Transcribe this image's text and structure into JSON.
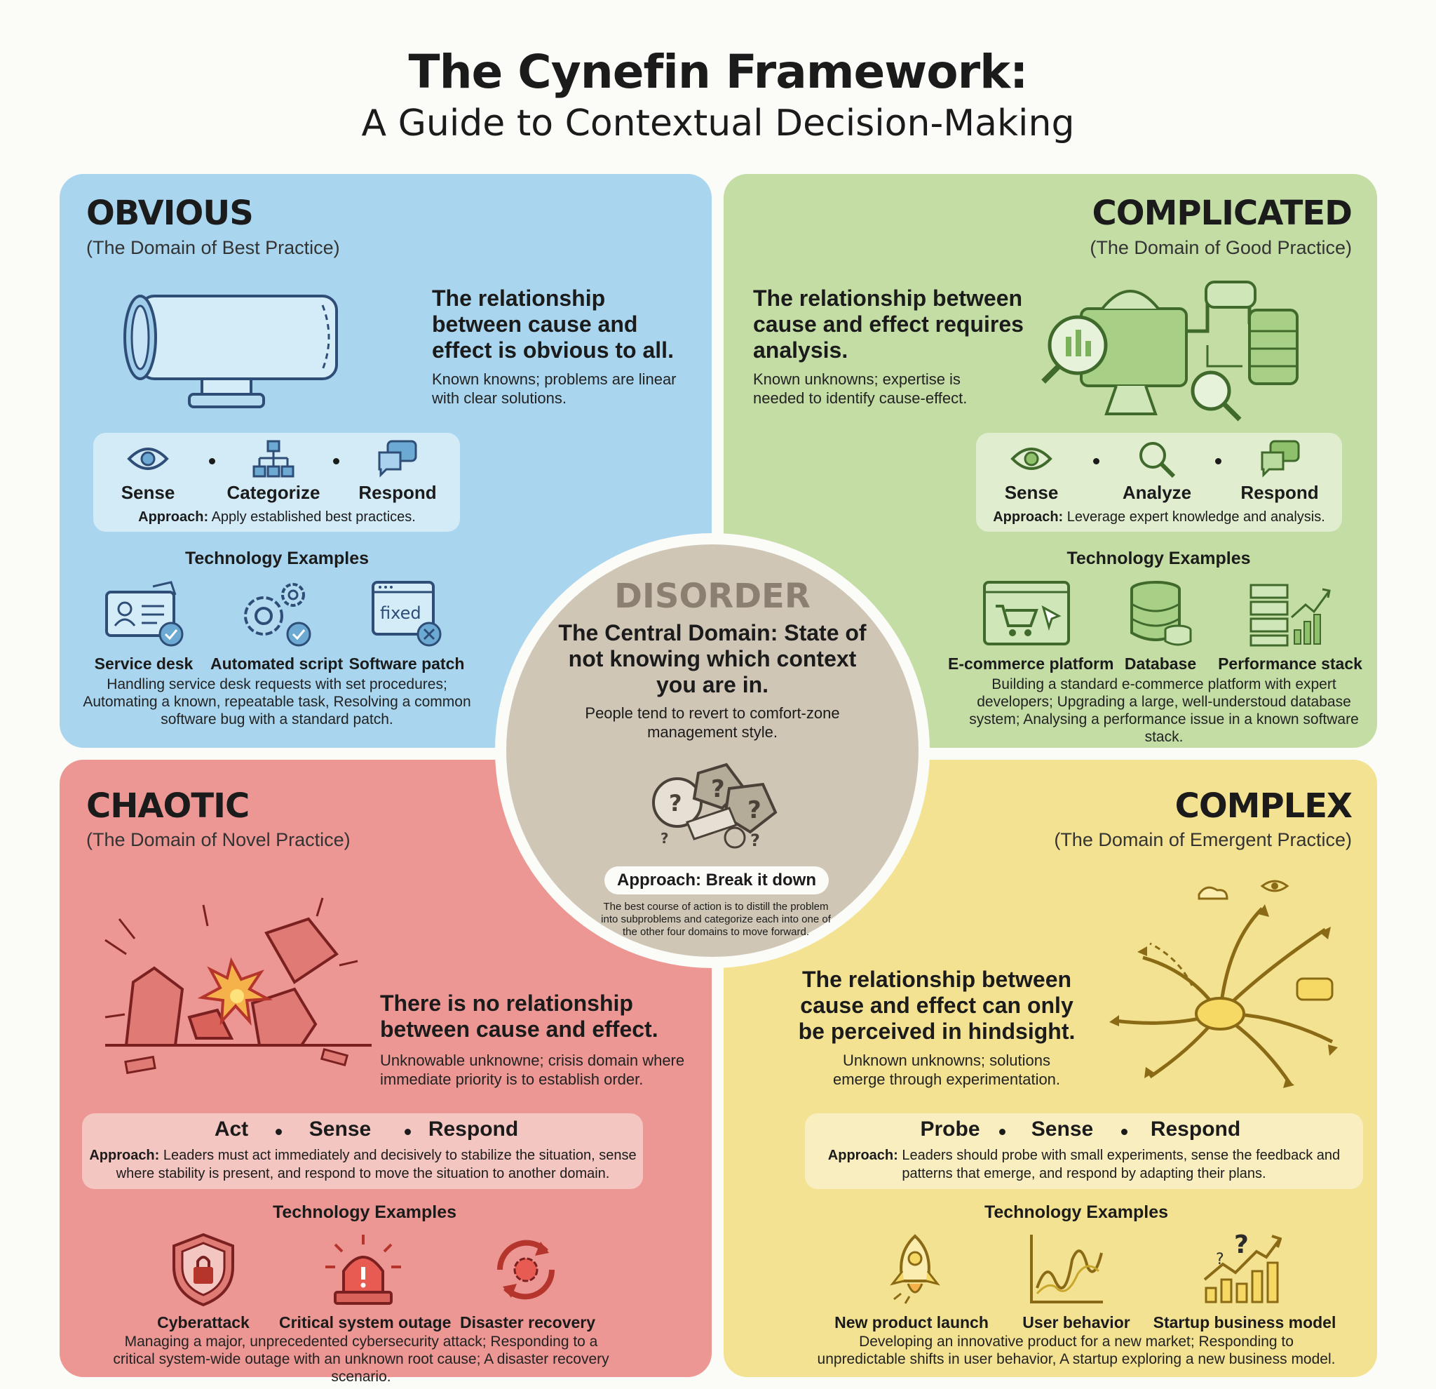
{
  "title": "The Cynefin Framework:",
  "subtitle": "A Guide to Contextual Decision-Making",
  "obvious": {
    "name": "OBVIOUS",
    "sub": "(The Domain of Best Practice)",
    "headline": "The relationship between cause and effect is obvious to all.",
    "desc": "Known knowns; problems are linear with clear solutions.",
    "steps": [
      "Sense",
      "Categorize",
      "Respond"
    ],
    "approach_label": "Approach:",
    "approach": "Apply established best practices.",
    "tech_heading": "Technology Examples",
    "tech": [
      "Service desk",
      "Automated script",
      "Software patch"
    ],
    "tech_desc": "Handling service desk requests with set procedures; Automating a known, repeatable task, Resolving a common software bug with a standard patch.",
    "icon_text": "fixed"
  },
  "complicated": {
    "name": "COMPLICATED",
    "sub": "(The Domain of Good Practice)",
    "headline": "The relationship between cause and effect requires analysis.",
    "desc": "Known unknowns; expertise is needed to identify cause-effect.",
    "steps": [
      "Sense",
      "Analyze",
      "Respond"
    ],
    "approach_label": "Approach:",
    "approach": "Leverage expert knowledge and analysis.",
    "tech_heading": "Technology Examples",
    "tech": [
      "E-commerce platform",
      "Database",
      "Performance stack"
    ],
    "tech_desc": "Building a standard e-commerce platform with expert developers; Upgrading a large, well-understoud database system; Analysing a performance issue in a known software stack."
  },
  "chaotic": {
    "name": "CHAOTIC",
    "sub": "(The Domain of Novel Practice)",
    "headline": "There is no relationship between cause and effect.",
    "desc": "Unknowable unknowne; crisis domain where immediate priority is to establish order.",
    "steps": [
      "Act",
      "Sense",
      "Respond"
    ],
    "approach_label": "Approach:",
    "approach": "Leaders must act immediately and decisively to stabilize the situation, sense where stability is present, and respond to move the situation to another domain.",
    "tech_heading": "Technology Examples",
    "tech": [
      "Cyberattack",
      "Critical system outage",
      "Disaster recovery"
    ],
    "tech_desc": "Managing a major, unprecedented cybersecurity attack; Responding to a critical system-wide outage with an unknown root cause; A disaster recovery scenario."
  },
  "complex": {
    "name": "COMPLEX",
    "sub": "(The Domain of Emergent Practice)",
    "headline": "The relationship between cause and effect can only be perceived in hindsight.",
    "desc": "Unknown unknowns; solutions emerge through experimentation.",
    "steps": [
      "Probe",
      "Sense",
      "Respond"
    ],
    "approach_label": "Approach:",
    "approach": "Leaders should probe with small experiments, sense the feedback and patterns that emerge, and respond by adapting their plans.",
    "tech_heading": "Technology Examples",
    "tech": [
      "New product launch",
      "User behavior",
      "Startup business model"
    ],
    "tech_desc": "Developing an innovative product for a new market; Responding to unpredictable shifts in user behavior, A startup exploring a new business model."
  },
  "disorder": {
    "name": "DISORDER",
    "headline": "The Central Domain: State of not knowing which context you are in.",
    "desc": "People tend to revert to comfort-zone management style.",
    "approach": "Approach: Break it down",
    "note": "The best course of action is to distill the problem into subproblems and categorize each into one of the other four domains to move forward."
  }
}
